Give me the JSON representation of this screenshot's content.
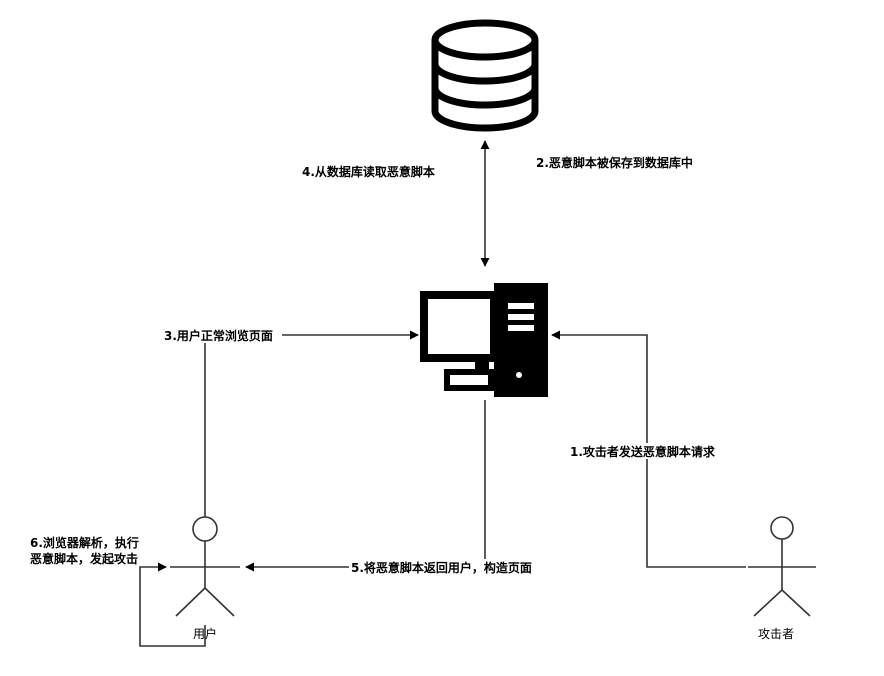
{
  "diagram": {
    "nodes": {
      "database": {
        "icon": "database-icon"
      },
      "server": {
        "icon": "computer-icon"
      },
      "user": {
        "label": "用户",
        "icon": "stick-figure-icon"
      },
      "attacker": {
        "label": "攻击者",
        "icon": "stick-figure-icon"
      }
    },
    "edges": {
      "step1": "1.攻击者发送恶意脚本请求",
      "step2": "2.恶意脚本被保存到数据库中",
      "step3": "3.用户正常浏览页面",
      "step4": "4.从数据库读取恶意脚本",
      "step5": "5.将恶意脚本返回用户，构造页面",
      "step6_line1": "6.浏览器解析，执行",
      "step6_line2": "恶意脚本，发起攻击"
    },
    "colors": {
      "line": "#333333",
      "icon": "#000000",
      "background": "#ffffff"
    }
  }
}
